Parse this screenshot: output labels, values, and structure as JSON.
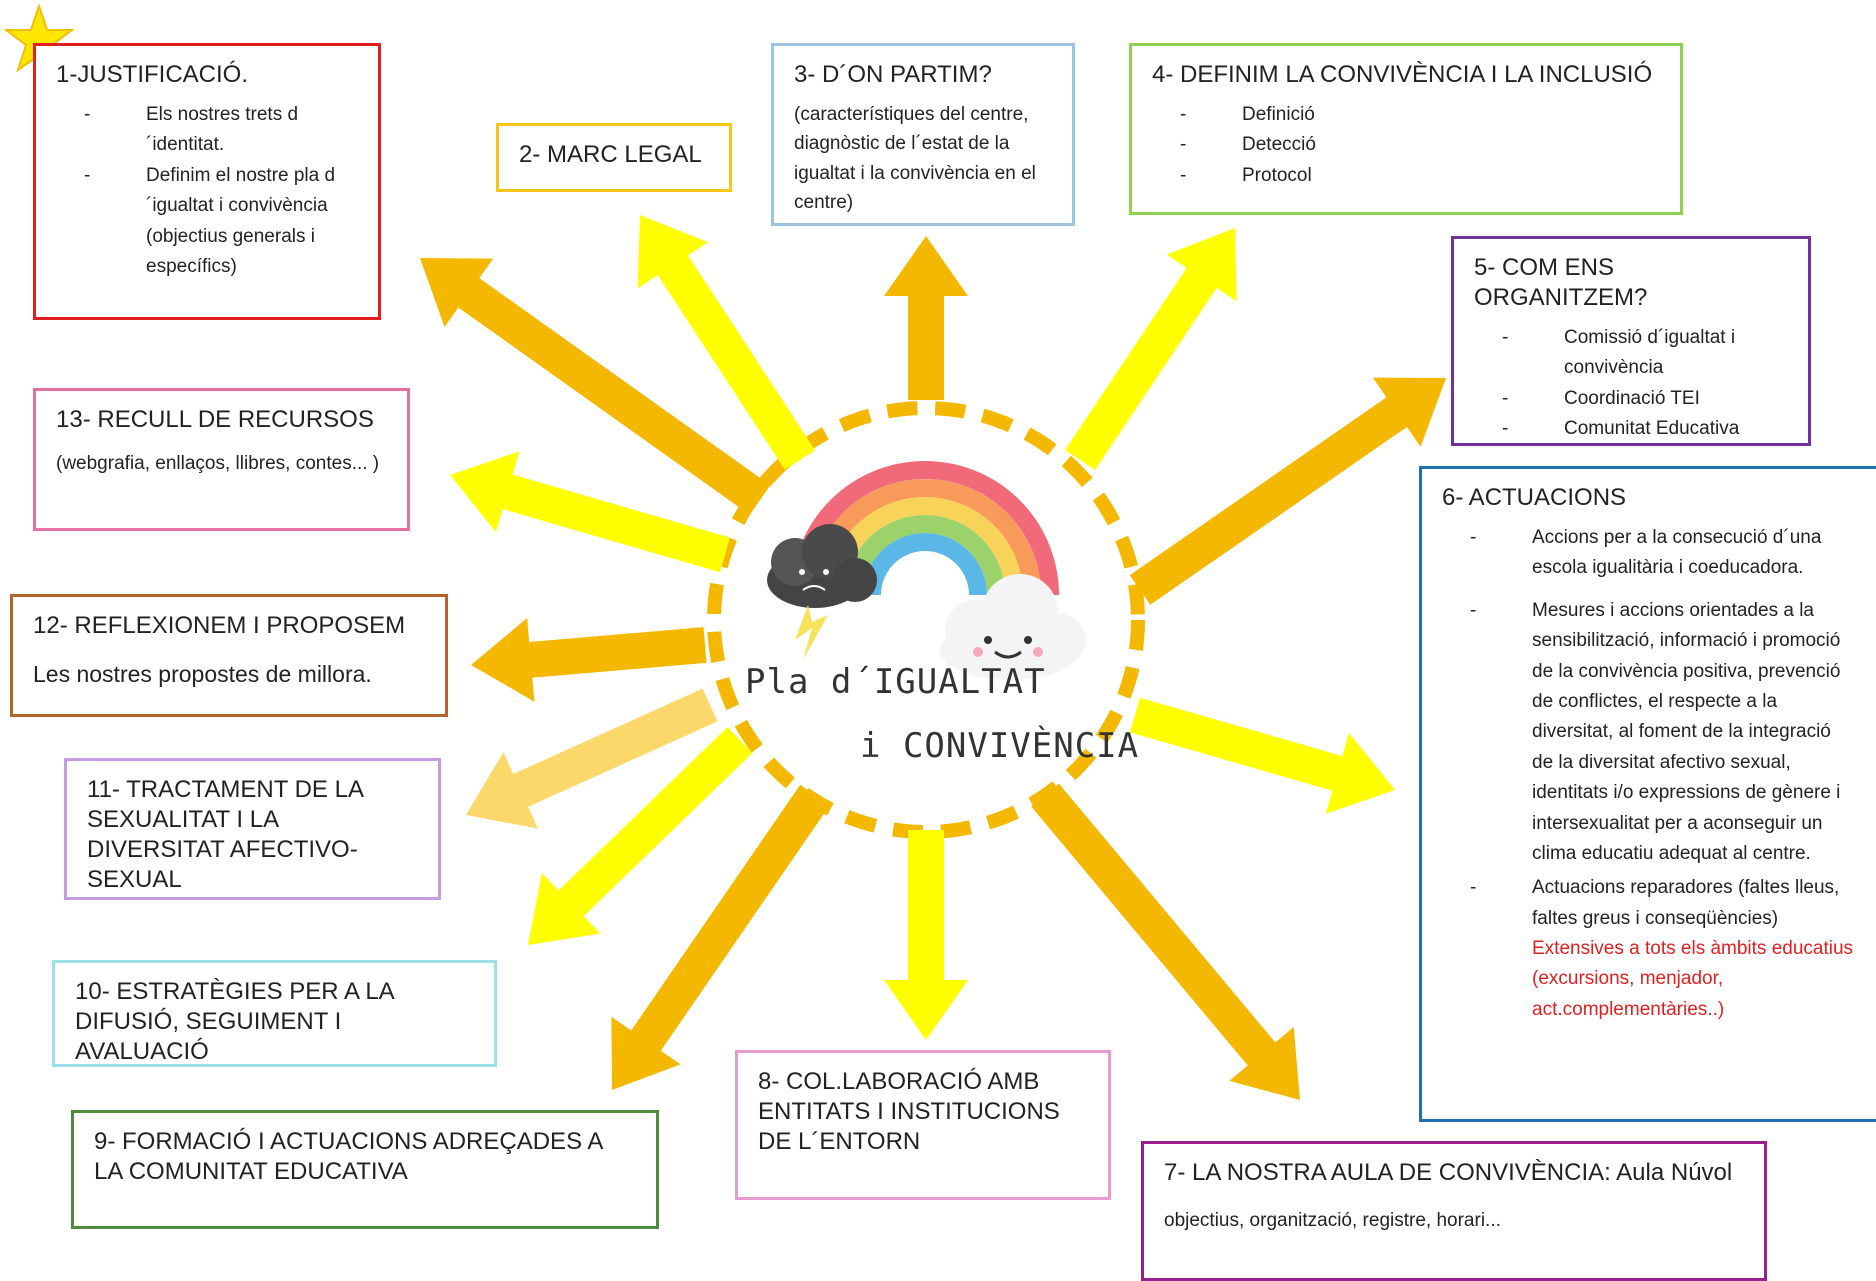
{
  "center": {
    "line1": "Pla d´IGUALTAT",
    "line2": "i CONVIVÈNCIA"
  },
  "colors": {
    "arrow_orange": "#f5b800",
    "arrow_yellow": "#ffff00",
    "arrow_pale": "#fcd86a",
    "ring": "#f5b800"
  },
  "boxes": {
    "b1": {
      "title": "1-JUSTIFICACIÓ.",
      "items": [
        "Els nostres trets d´identitat.",
        "Definim el nostre pla d´igualtat i convivència (objectius generals i específics)"
      ]
    },
    "b2": {
      "title": "2- MARC LEGAL"
    },
    "b3": {
      "title": "3- D´ON PARTIM?",
      "body": "(característiques del centre, diagnòstic de l´estat de la igualtat i la convivència en el centre)"
    },
    "b4": {
      "title": "4- DEFINIM LA CONVIVÈNCIA I LA INCLUSIÓ",
      "items": [
        "Definició",
        "Detecció",
        "Protocol"
      ]
    },
    "b5": {
      "title": "5- COM ENS ORGANITZEM?",
      "items": [
        "Comissió d´igualtat i convivència",
        "Coordinació TEI",
        "Comunitat Educativa"
      ]
    },
    "b6": {
      "title": "6- ACTUACIONS",
      "items": [
        "Accions per a la consecució d´una escola igualitària i coeducadora.",
        "Mesures i accions orientades a la sensibilització, informació i promoció de la convivència positiva, prevenció de conflictes, el respecte a la diversitat, al foment de la integració de la diversitat afectivo sexual, identitats i/o expressions de gènere i intersexualitat per a aconseguir un clima educatiu adequat al centre."
      ],
      "last_item": "Actuacions reparadores (faltes lleus, faltes greus i conseqüències)",
      "last_item_red": "Extensives a tots els àmbits educatius (excursions, menjador, act.complementàries..)"
    },
    "b7": {
      "title": "7- LA NOSTRA AULA DE CONVIVÈNCIA:  Aula Núvol",
      "body": "objectius, organització, registre, horari..."
    },
    "b8": {
      "title": "8- COL.LABORACIÓ AMB ENTITATS I INSTITUCIONS DE L´ENTORN"
    },
    "b9": {
      "title": "9- FORMACIÓ I ACTUACIONS ADREÇADES A LA COMUNITAT EDUCATIVA"
    },
    "b10": {
      "title": "10- ESTRATÈGIES PER A LA DIFUSIÓ, SEGUIMENT I AVALUACIÓ"
    },
    "b11": {
      "title": "11- TRACTAMENT DE LA SEXUALITAT I LA DIVERSITAT AFECTIVO-SEXUAL"
    },
    "b12": {
      "title": "12- REFLEXIONEM I PROPOSEM",
      "body": "Les nostres propostes de millora."
    },
    "b13": {
      "title": "13- RECULL DE RECURSOS",
      "body": "(webgrafia, enllaços, llibres, contes... )"
    }
  }
}
